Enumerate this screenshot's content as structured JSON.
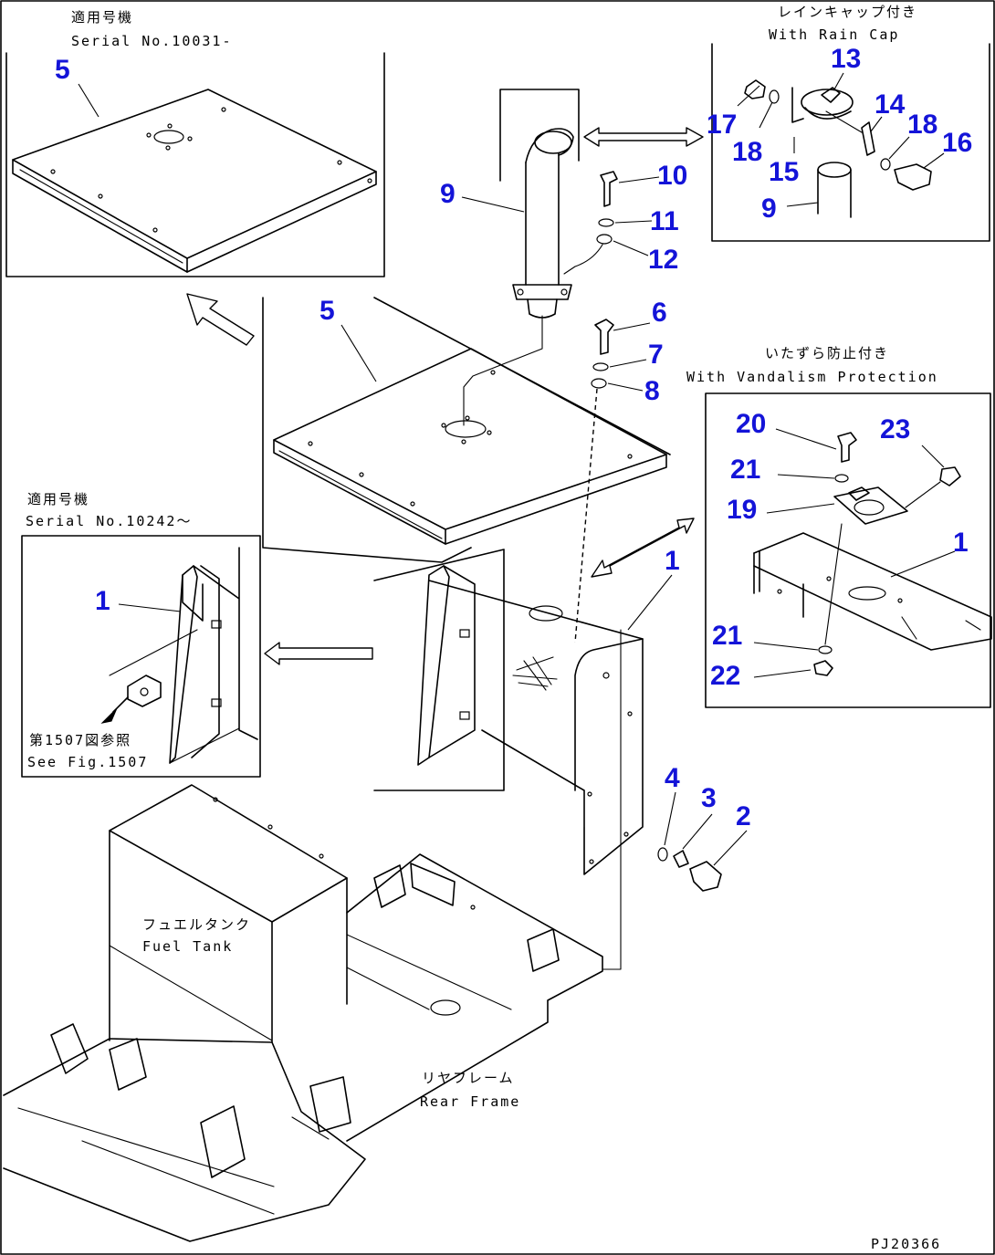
{
  "notes": {
    "inset_top_left_jp": "適用号機",
    "inset_top_left_en": "Serial No.10031-",
    "rain_cap_jp": "レインキャップ付き",
    "rain_cap_en": "With Rain Cap",
    "vandalism_jp": "いたずら防止付き",
    "vandalism_en": "With Vandalism Protection",
    "inset_left_jp": "適用号機",
    "inset_left_en": "Serial No.10242～",
    "see_fig_jp": "第1507図参照",
    "see_fig_en": "See Fig.1507",
    "fuel_tank_jp": "フュエルタンク",
    "fuel_tank_en": "Fuel Tank",
    "rear_frame_jp": "リヤフレーム",
    "rear_frame_en": "Rear Frame",
    "drawing_id": "PJ20366"
  },
  "callouts": {
    "c5a": "5",
    "c9a": "9",
    "c10": "10",
    "c11": "11",
    "c12": "12",
    "c13": "13",
    "c14": "14",
    "c15": "15",
    "c16": "16",
    "c17": "17",
    "c18a": "18",
    "c18b": "18",
    "c9b": "9",
    "c5b": "5",
    "c6": "6",
    "c7": "7",
    "c8": "8",
    "c20": "20",
    "c21a": "21",
    "c19": "19",
    "c23": "23",
    "c1a": "1",
    "c21b": "21",
    "c22": "22",
    "c1b": "1",
    "c1c": "1",
    "c4": "4",
    "c3": "3",
    "c2": "2"
  }
}
